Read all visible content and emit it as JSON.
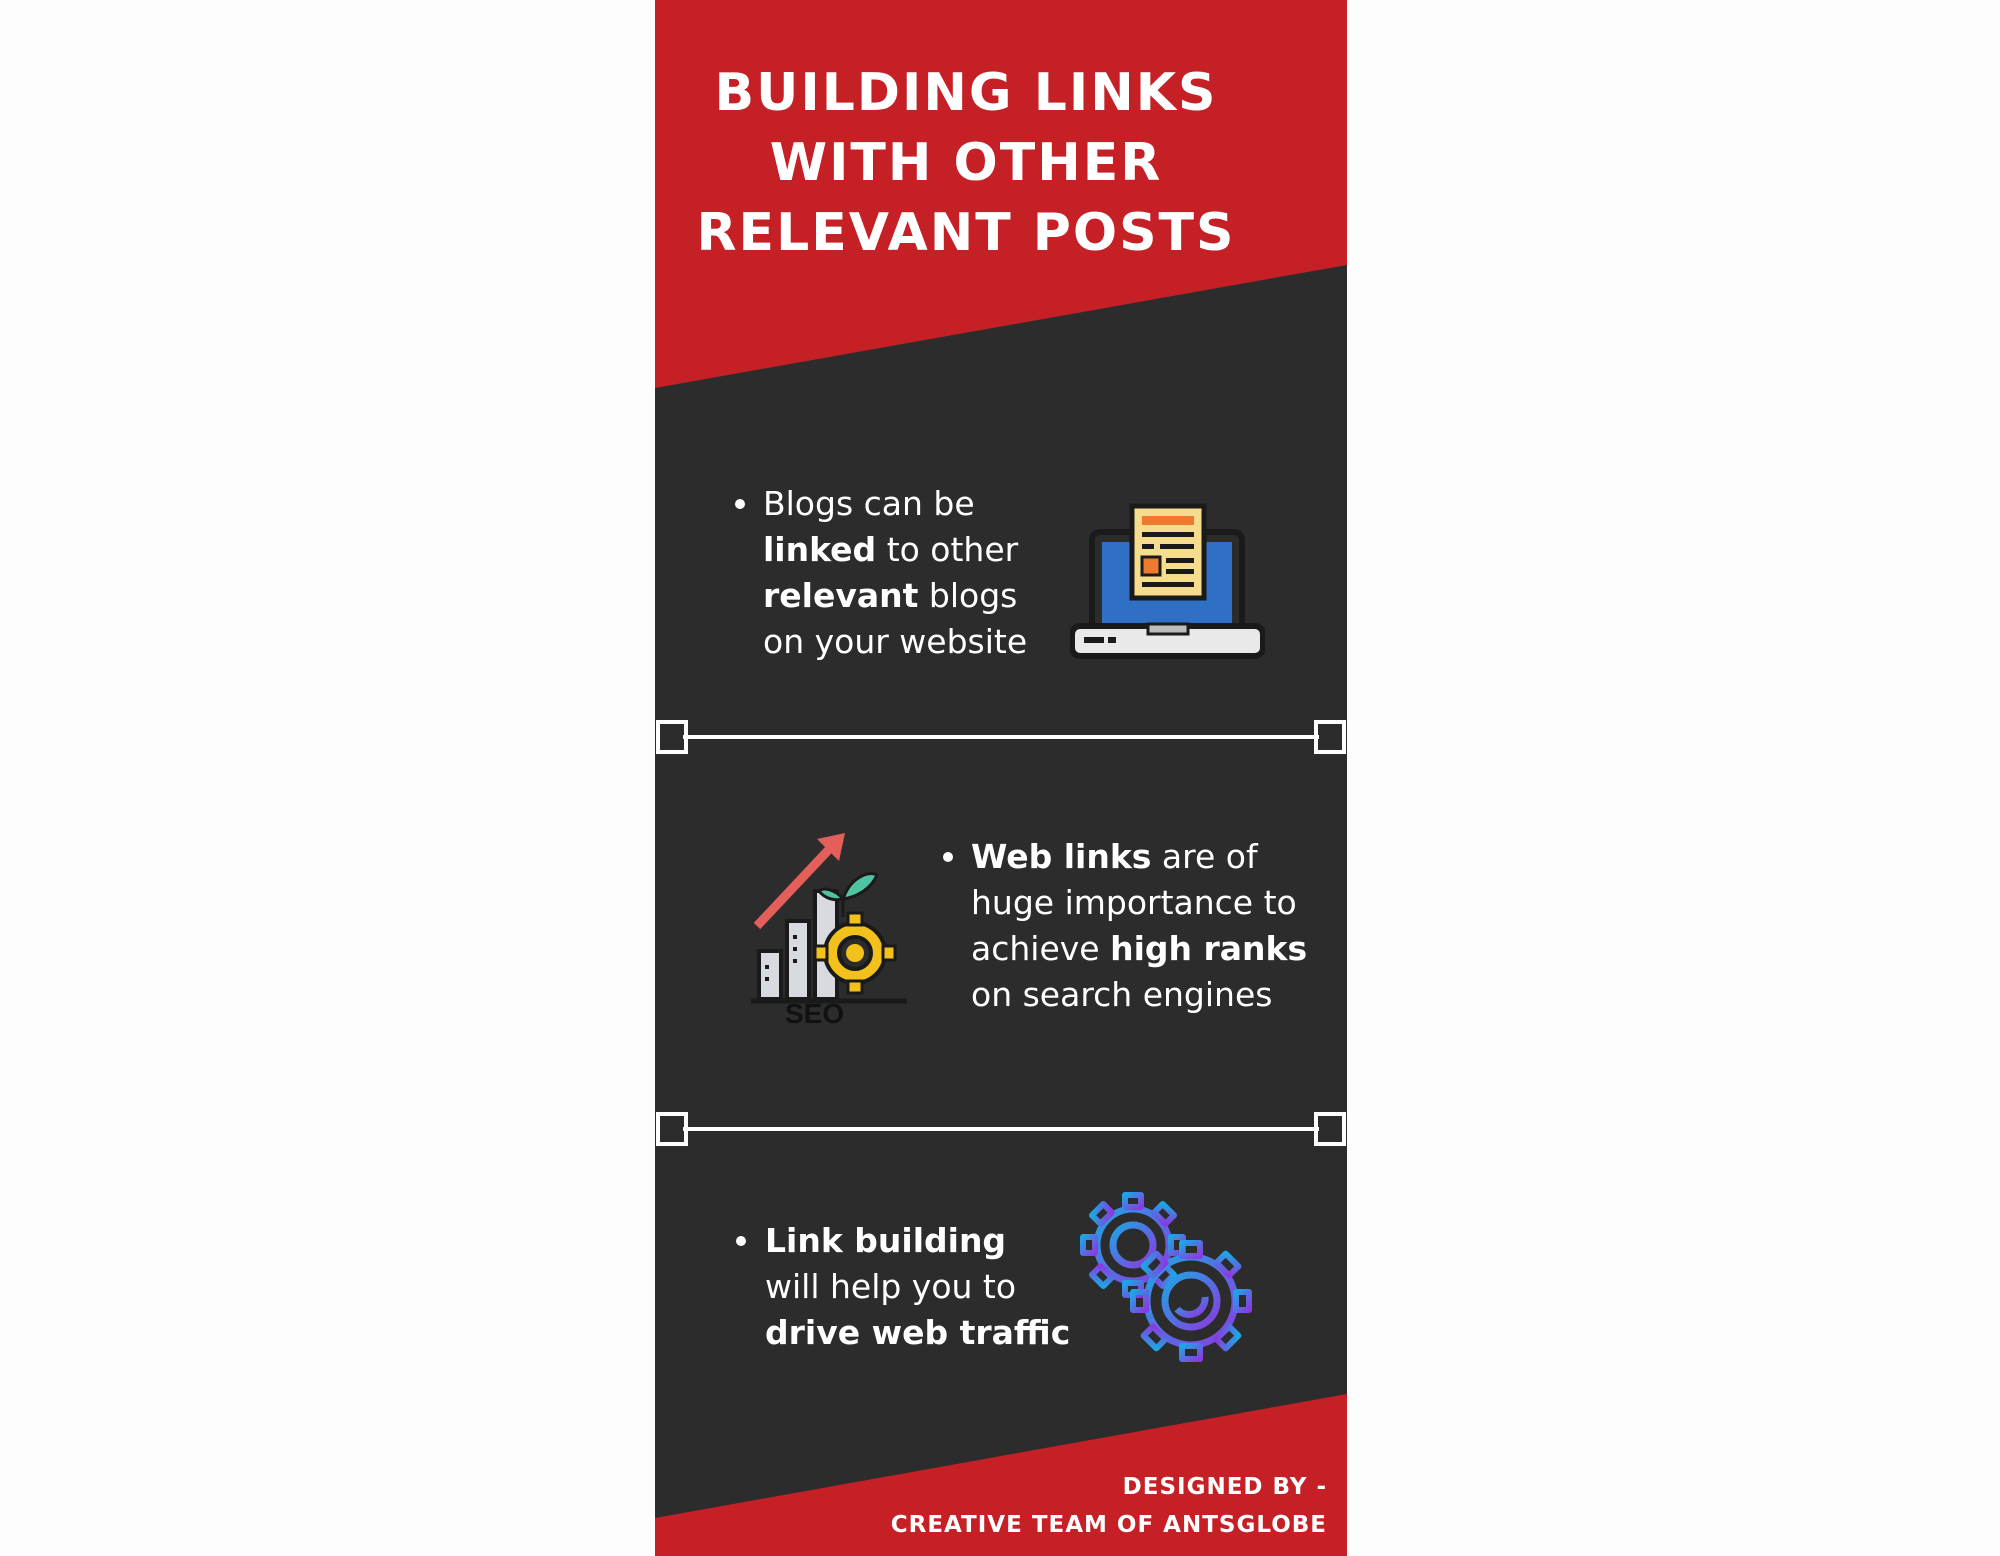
{
  "title": {
    "line1": "BUILDING LINKS",
    "line2": "WITH OTHER",
    "line3": "RELEVANT POSTS"
  },
  "items": [
    {
      "parts": [
        "Blogs can be",
        "linked",
        "to other",
        "relevant",
        "blogs",
        "on your website"
      ]
    },
    {
      "parts": [
        "Web links",
        "are of",
        "huge importance to",
        "achieve",
        "high ranks",
        "on search engines"
      ]
    },
    {
      "parts": [
        "Link building",
        "will help you to",
        "drive web traffic"
      ]
    }
  ],
  "icons": {
    "laptop": "laptop-article-icon",
    "seo": "seo-growth-icon",
    "seo_label": "SEO",
    "gears": "gears-icon"
  },
  "footer": {
    "line1": "DESIGNED BY -",
    "line2": "CREATIVE TEAM OF ANTSGLOBE"
  },
  "colors": {
    "red": "#c42026",
    "dark": "#2c2c2d",
    "white": "#ffffff"
  }
}
